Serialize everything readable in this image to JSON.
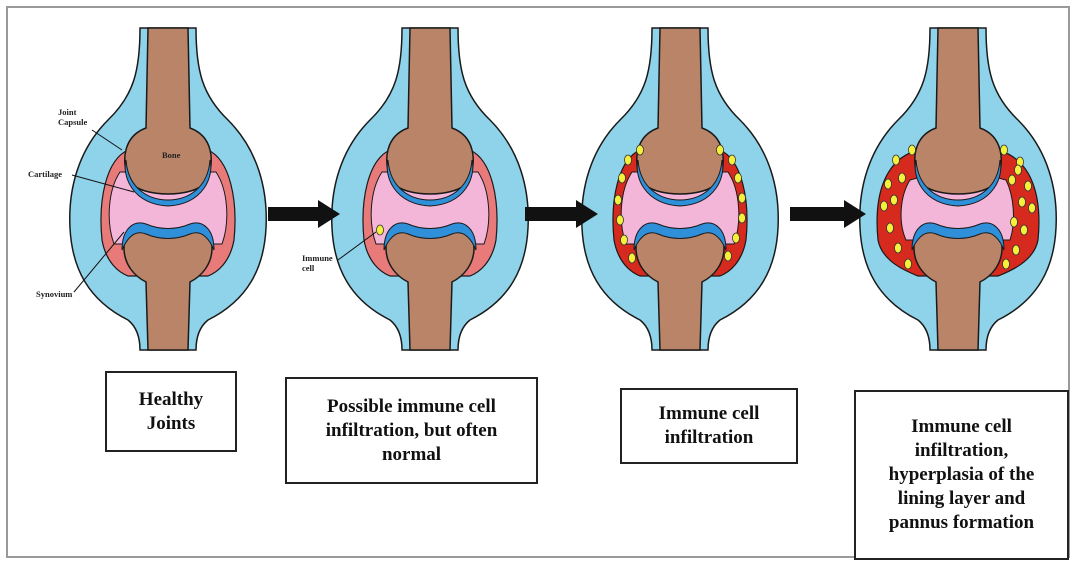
{
  "labels": {
    "joint_capsule": "Joint\nCapsule",
    "bone": "Bone",
    "cartilage": "Cartilage",
    "synovium": "Synovium",
    "immune_cell": "Immune\ncell"
  },
  "stages": [
    {
      "caption": "Healthy\nJoints"
    },
    {
      "caption": "Possible immune cell\ninfiltration, but often\nnormal"
    },
    {
      "caption": "Immune cell\ninfiltration"
    },
    {
      "caption": "Immune cell\ninfiltration,\nhyperplasia of the\nlining layer and\npannus formation"
    }
  ],
  "colors": {
    "capsule": "#8fd3ea",
    "bone": "#b98468",
    "cartilage": "#2f8fd8",
    "synovium": "#e87a7a",
    "synovial_fluid": "#f4b6d8",
    "immune_cell": "#f5f03a",
    "inflamed": "#d62a1e",
    "arrow": "#111111"
  }
}
